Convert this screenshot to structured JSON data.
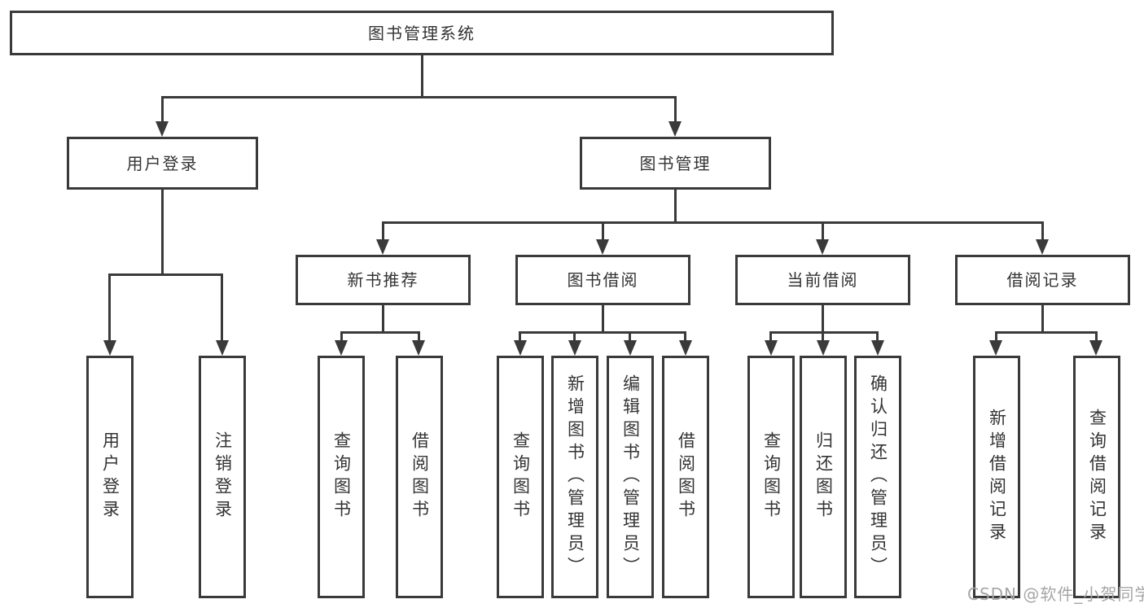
{
  "tree": {
    "label": "图书管理系统",
    "children": [
      {
        "label": "用户登录",
        "children": [
          {
            "label": "用户登录"
          },
          {
            "label": "注销登录"
          }
        ]
      },
      {
        "label": "图书管理",
        "children": [
          {
            "label": "新书推荐",
            "children": [
              {
                "label": "查询图书"
              },
              {
                "label": "借阅图书"
              }
            ]
          },
          {
            "label": "图书借阅",
            "children": [
              {
                "label": "查询图书"
              },
              {
                "label": "新增图书（管理员）"
              },
              {
                "label": "编辑图书（管理员）"
              },
              {
                "label": "借阅图书"
              }
            ]
          },
          {
            "label": "当前借阅",
            "children": [
              {
                "label": "查询图书"
              },
              {
                "label": "归还图书"
              },
              {
                "label": "确认归还（管理员）"
              }
            ]
          },
          {
            "label": "借阅记录",
            "children": [
              {
                "label": "新增借阅记录"
              },
              {
                "label": "查询借阅记录"
              }
            ]
          }
        ]
      }
    ]
  },
  "watermark": {
    "text": "CSDN @软件_小贺同学"
  },
  "colors": {
    "line": "#3a3a3a",
    "text": "#333333",
    "box_fill": "#ffffff",
    "watermark": "#a6a6a6",
    "background": "#ffffff"
  }
}
